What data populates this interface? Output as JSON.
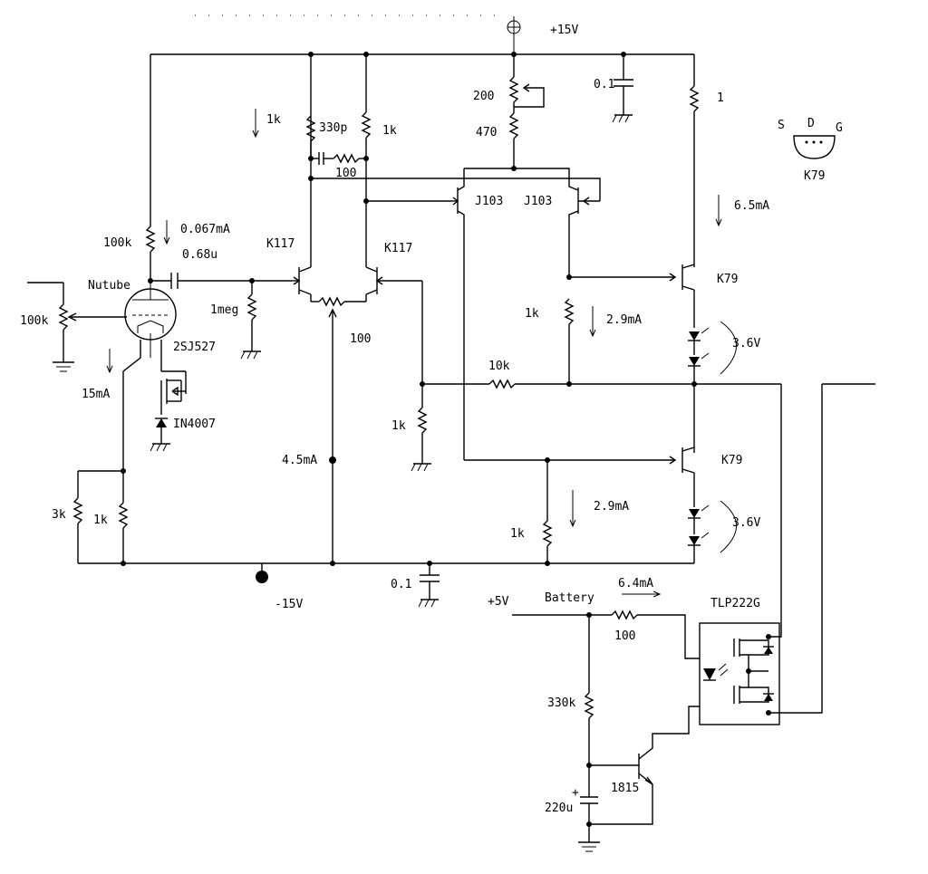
{
  "rail_pos": "+15V",
  "rail_neg": "-15V",
  "supply_5v": "+5V",
  "battery": "Battery",
  "labels": {
    "r_100k_top": "100k",
    "i_0067": "0.067mA",
    "c_068": "0.68u",
    "nutube": "Nutube",
    "pot_100k": "100k",
    "fet_2sj527": "2SJ527",
    "i_15ma": "15mA",
    "diode_in4007": "IN4007",
    "r_3k": "3k",
    "r_1k_cathode": "1k",
    "r_1meg": "1meg",
    "k117_left": "K117",
    "k117_right": "K117",
    "r_1k_arrow": "1k",
    "c_330p": "330p",
    "r_1k_drain": "1k",
    "r_100_cap": "100",
    "trim_200": "200",
    "r_470": "470",
    "j103_left": "J103",
    "j103_right": "J103",
    "c_01_top": "0.1",
    "r_1": "1",
    "k79_pinout": "K79",
    "pin_s": "S",
    "pin_d": "D",
    "pin_g": "G",
    "i_65ma": "6.5mA",
    "k79_top": "K79",
    "r_1k_mid": "1k",
    "i_29ma_top": "2.9mA",
    "v_36_top": "3.6V",
    "r_100_pot": "100",
    "r_10k": "10k",
    "r_1k_fb": "1k",
    "i_45ma": "4.5mA",
    "k79_bottom": "K79",
    "i_29ma_bottom": "2.9mA",
    "v_36_bottom": "3.6V",
    "r_1k_bottom": "1k",
    "c_01_bottom": "0.1",
    "i_64ma": "6.4mA",
    "r_100_led": "100",
    "relay": "TLP222G",
    "r_330k": "330k",
    "c_220u": "220u",
    "plus_sign": "+",
    "transistor_1815": "1815"
  }
}
